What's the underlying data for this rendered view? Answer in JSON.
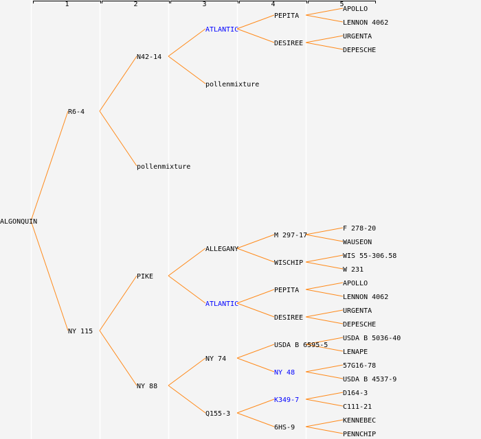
{
  "generations": [
    "1",
    "2",
    "3",
    "4",
    "5"
  ],
  "colors": {
    "line": "#ff8a1a",
    "text": "#000000",
    "highlight": "#0000ff",
    "background": "#f4f4f4",
    "column_divider": "#ffffff"
  },
  "tree": {
    "name": "ALGONQUIN",
    "children": [
      {
        "name": "R6-4",
        "children": [
          {
            "name": "N42-14",
            "children": [
              {
                "name": "ATLANTIC",
                "highlight": true,
                "children": [
                  {
                    "name": "PEPITA",
                    "children": [
                      {
                        "name": "APOLLO"
                      },
                      {
                        "name": "LENNON 4062"
                      }
                    ]
                  },
                  {
                    "name": "DESIREE",
                    "children": [
                      {
                        "name": "URGENTA"
                      },
                      {
                        "name": "DEPESCHE"
                      }
                    ]
                  }
                ]
              },
              {
                "name": "pollenmixture"
              }
            ]
          },
          {
            "name": "pollenmixture"
          }
        ]
      },
      {
        "name": "NY 115",
        "children": [
          {
            "name": "PIKE",
            "children": [
              {
                "name": "ALLEGANY",
                "children": [
                  {
                    "name": "M 297-17",
                    "children": [
                      {
                        "name": "F 278-20"
                      },
                      {
                        "name": "WAUSEON"
                      }
                    ]
                  },
                  {
                    "name": "WISCHIP",
                    "children": [
                      {
                        "name": "WIS 55-306.58"
                      },
                      {
                        "name": "W 231"
                      }
                    ]
                  }
                ]
              },
              {
                "name": "ATLANTIC",
                "highlight": true,
                "children": [
                  {
                    "name": "PEPITA",
                    "children": [
                      {
                        "name": "APOLLO"
                      },
                      {
                        "name": "LENNON 4062"
                      }
                    ]
                  },
                  {
                    "name": "DESIREE",
                    "children": [
                      {
                        "name": "URGENTA"
                      },
                      {
                        "name": "DEPESCHE"
                      }
                    ]
                  }
                ]
              }
            ]
          },
          {
            "name": "NY 88",
            "children": [
              {
                "name": "NY 74",
                "children": [
                  {
                    "name": "USDA B 6595-5",
                    "children": [
                      {
                        "name": "USDA B 5036-40"
                      },
                      {
                        "name": "LENAPE"
                      }
                    ]
                  },
                  {
                    "name": "NY 48",
                    "highlight": true,
                    "children": [
                      {
                        "name": "57G16-78"
                      },
                      {
                        "name": "USDA B 4537-9"
                      }
                    ]
                  }
                ]
              },
              {
                "name": "Q155-3",
                "children": [
                  {
                    "name": "K349-7",
                    "highlight": true,
                    "children": [
                      {
                        "name": "D164-3"
                      },
                      {
                        "name": "C111-21"
                      }
                    ]
                  },
                  {
                    "name": "6HS-9",
                    "children": [
                      {
                        "name": "KENNEBEC"
                      },
                      {
                        "name": "PENNCHIP"
                      }
                    ]
                  }
                ]
              }
            ]
          }
        ]
      }
    ]
  }
}
